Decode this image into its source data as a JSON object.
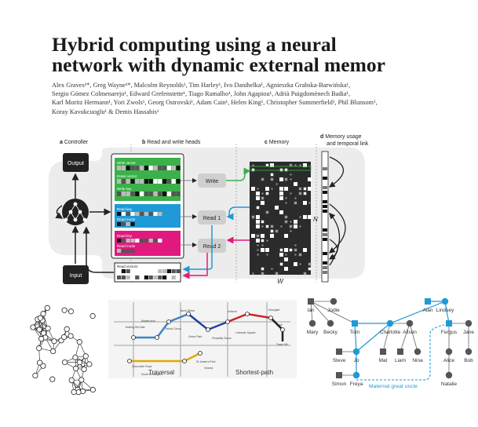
{
  "paper": {
    "title_line1": "Hybrid computing using a neural",
    "title_line2": "network with dynamic external memor",
    "author_lines": [
      "Alex Graves¹*, Greg Wayne¹*, Malcolm Reynolds¹, Tim Harley¹, Ivo Danihelka¹, Agnieszka Grabska-Barwińska¹,",
      "Sergio Gómez Colmenarejo¹, Edward Grefenstette¹, Tiago Ramalho¹, John Agapiou¹, Adrià Puigdomènech Badia¹,",
      "Karl Moritz Hermann¹, Yori Zwols¹, Georg Ostrovski¹, Adam Cain¹, Helen King¹, Christopher Summerfield¹, Phil Blunsom¹,",
      "Koray Kavukcuoglu¹ & Demis Hassabis¹"
    ]
  },
  "figure": {
    "panel_a": {
      "letter": "a",
      "label": "Controller"
    },
    "panel_b": {
      "letter": "b",
      "label": "Read and write heads"
    },
    "panel_c": {
      "letter": "c",
      "label": "Memory"
    },
    "panel_d": {
      "letter": "d",
      "label_line1": "Memory usage",
      "label_line2": "and temporal link"
    },
    "controller": {
      "output": "Output",
      "input": "Input"
    },
    "heads": {
      "write_vector": "Write vector",
      "erase_vector": "Erase vector",
      "write_key": "Write key",
      "read_key": "Read key",
      "read_mode": "Read mode",
      "read_vectors": "Read vectors",
      "write": "Write",
      "read1": "Read 1",
      "read2": "Read 2"
    },
    "memory": {
      "n_label": "N",
      "w_label": "W"
    },
    "colors": {
      "write": "#3cb04a",
      "read1": "#1f9ad6",
      "read2": "#e2197e",
      "node": "#4b4b4b"
    },
    "bottom": {
      "traversal": "Traversal",
      "shortest_path": "Shortest-path",
      "map_stations": [
        "Bond Street",
        "Marble Arch",
        "Oxford Circus",
        "Green Park",
        "Piccadilly Circus",
        "Leicester Square",
        "Victoria",
        "St James's Park",
        "Gloucester Road",
        "South Kensington",
        "Notting Hill Gate",
        "Holborn",
        "Moorgate",
        "Bank",
        "Tower Hill"
      ],
      "family": {
        "names": [
          "Ian",
          "Jodie",
          "Alan",
          "Lindsey",
          "Mary",
          "Becky",
          "Tom",
          "Charlotte",
          "Alison",
          "Fergus",
          "Jane",
          "Steve",
          "Jo",
          "Mat",
          "Liam",
          "Nina",
          "Alice",
          "Bob",
          "Simon",
          "Freya",
          "Natalie"
        ],
        "relation": "Maternal great uncle"
      }
    }
  }
}
